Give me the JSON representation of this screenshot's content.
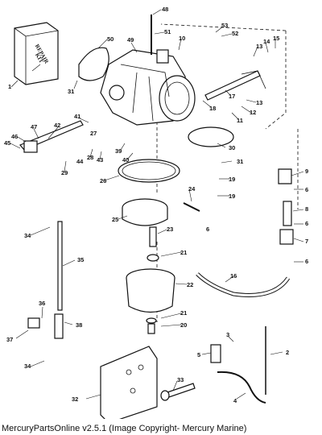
{
  "kit_label": [
    "REPAIR",
    "KIT"
  ],
  "footer": "MercuryPartsOnline v2.5.1 (Image Copyright- Mercury Marine)",
  "callouts": [
    "1",
    "2",
    "3",
    "4",
    "5",
    "6",
    "6",
    "6",
    "6",
    "7",
    "8",
    "9",
    "10",
    "11",
    "12",
    "13",
    "13",
    "14",
    "15",
    "16",
    "17",
    "18",
    "19",
    "19",
    "20",
    "21",
    "21",
    "22",
    "23",
    "24",
    "25",
    "26",
    "27",
    "28",
    "29",
    "30",
    "31",
    "31",
    "32",
    "33",
    "34",
    "34",
    "35",
    "36",
    "37",
    "38",
    "39",
    "40",
    "41",
    "42",
    "43",
    "44",
    "45",
    "46",
    "47",
    "48",
    "49",
    "50",
    "51",
    "52",
    "53"
  ]
}
